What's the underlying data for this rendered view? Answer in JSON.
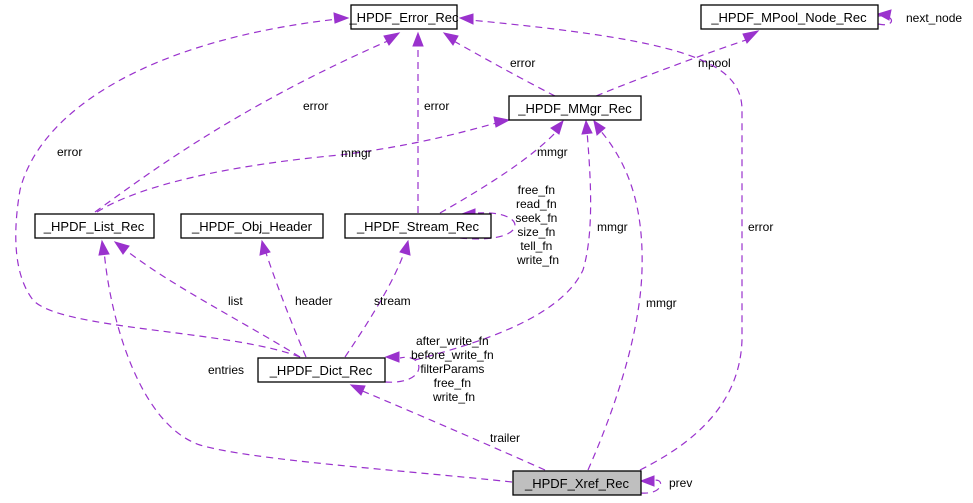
{
  "diagram": {
    "type": "collaboration-graph",
    "edge_color": "#9a32cd",
    "nodes": {
      "error_rec": {
        "label": "_HPDF_Error_Rec"
      },
      "mpool_node_rec": {
        "label": "_HPDF_MPool_Node_Rec"
      },
      "mmgr_rec": {
        "label": "_HPDF_MMgr_Rec"
      },
      "list_rec": {
        "label": "_HPDF_List_Rec"
      },
      "obj_header": {
        "label": "_HPDF_Obj_Header"
      },
      "stream_rec": {
        "label": "_HPDF_Stream_Rec"
      },
      "dict_rec": {
        "label": "_HPDF_Dict_Rec"
      },
      "xref_rec": {
        "label": "_HPDF_Xref_Rec",
        "highlighted": true
      }
    },
    "edges": [
      {
        "from": "mpool_node_rec",
        "to": "mpool_node_rec",
        "label": "next_node"
      },
      {
        "from": "mmgr_rec",
        "to": "error_rec",
        "label": "error"
      },
      {
        "from": "mmgr_rec",
        "to": "mpool_node_rec",
        "label": "mpool"
      },
      {
        "from": "list_rec",
        "to": "error_rec",
        "label": "error"
      },
      {
        "from": "list_rec",
        "to": "mmgr_rec",
        "label": "mmgr"
      },
      {
        "from": "stream_rec",
        "to": "error_rec",
        "label": "error"
      },
      {
        "from": "stream_rec",
        "to": "mmgr_rec",
        "label": "mmgr"
      },
      {
        "from": "stream_rec",
        "to": "stream_rec",
        "label": "free_fn\nread_fn\nseek_fn\nsize_fn\ntell_fn\nwrite_fn"
      },
      {
        "from": "dict_rec",
        "to": "error_rec",
        "label": "error"
      },
      {
        "from": "dict_rec",
        "to": "mmgr_rec",
        "label": "mmgr"
      },
      {
        "from": "dict_rec",
        "to": "list_rec",
        "label": "list"
      },
      {
        "from": "dict_rec",
        "to": "obj_header",
        "label": "header"
      },
      {
        "from": "dict_rec",
        "to": "stream_rec",
        "label": "stream"
      },
      {
        "from": "dict_rec",
        "to": "dict_rec",
        "label": "after_write_fn\nbefore_write_fn\nfilterParams\nfree_fn\nwrite_fn"
      },
      {
        "from": "xref_rec",
        "to": "error_rec",
        "label": "error"
      },
      {
        "from": "xref_rec",
        "to": "mmgr_rec",
        "label": "mmgr"
      },
      {
        "from": "xref_rec",
        "to": "list_rec",
        "label": "entries"
      },
      {
        "from": "xref_rec",
        "to": "dict_rec",
        "label": "trailer"
      },
      {
        "from": "xref_rec",
        "to": "xref_rec",
        "label": "prev"
      }
    ],
    "labels": {
      "next_node": "next_node",
      "mpool": "mpool",
      "error_mmgr": "error",
      "error_list": "error",
      "error_stream": "error",
      "error_dict": "error",
      "error_xref": "error",
      "mmgr_list": "mmgr",
      "mmgr_stream": "mmgr",
      "mmgr_dict": "mmgr",
      "mmgr_xref": "mmgr",
      "stream_self": [
        "free_fn",
        "read_fn",
        "seek_fn",
        "size_fn",
        "tell_fn",
        "write_fn"
      ],
      "list": "list",
      "header": "header",
      "stream": "stream",
      "dict_self": [
        "after_write_fn",
        "before_write_fn",
        "filterParams",
        "free_fn",
        "write_fn"
      ],
      "entries": "entries",
      "trailer": "trailer",
      "prev": "prev"
    }
  }
}
